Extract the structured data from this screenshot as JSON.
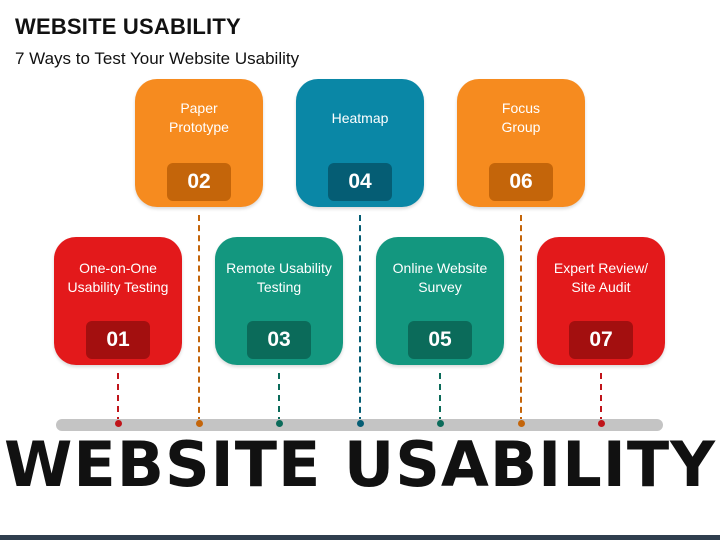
{
  "header": {
    "title": "WEBSITE USABILITY",
    "subtitle": "7 Ways to Test Your Website Usability"
  },
  "steps": [
    {
      "number": "01",
      "label": "One-on-One\nUsability Testing",
      "color": "#e3191b",
      "dark": "#a30f0f"
    },
    {
      "number": "02",
      "label": "Paper\nPrototype",
      "color": "#f68b1f",
      "dark": "#c4650a"
    },
    {
      "number": "03",
      "label": "Remote Usability\nTesting",
      "color": "#13977f",
      "dark": "#0b6b5a"
    },
    {
      "number": "04",
      "label": "Heatmap",
      "color": "#0a87a6",
      "dark": "#055d74"
    },
    {
      "number": "05",
      "label": "Online Website\nSurvey",
      "color": "#13977f",
      "dark": "#0b6b5a"
    },
    {
      "number": "06",
      "label": "Focus\nGroup",
      "color": "#f68b1f",
      "dark": "#c4650a"
    },
    {
      "number": "07",
      "label": "Expert Review/\nSite Audit",
      "color": "#e3191b",
      "dark": "#a30f0f"
    }
  ],
  "footer": {
    "big_title": "WEBSITE USABILITY"
  }
}
